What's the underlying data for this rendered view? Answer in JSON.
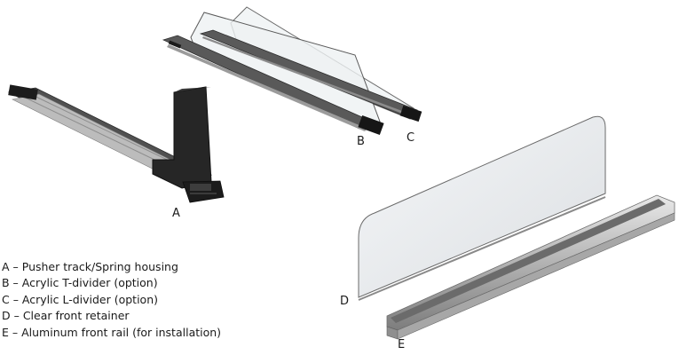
{
  "parts": [
    {
      "key": "A",
      "name": "pusher-track",
      "text": "A – Pusher track/Spring housing"
    },
    {
      "key": "B",
      "name": "t-divider",
      "text": "B – Acrylic T-divider (option)"
    },
    {
      "key": "C",
      "name": "l-divider",
      "text": "C – Acrylic L-divider (option)"
    },
    {
      "key": "D",
      "name": "front-retainer",
      "text": "D – Clear front retainer"
    },
    {
      "key": "E",
      "name": "front-rail",
      "text": "E – Aluminum front rail (for installation)"
    }
  ],
  "colors": {
    "track_body": "#4b4b4b",
    "track_edge": "#8a8a8a",
    "aluminum": "#c4c4c4",
    "housing": "#232323",
    "acrylic_fill": "#e6ebef",
    "acrylic_edge": "#5f5f5f"
  }
}
